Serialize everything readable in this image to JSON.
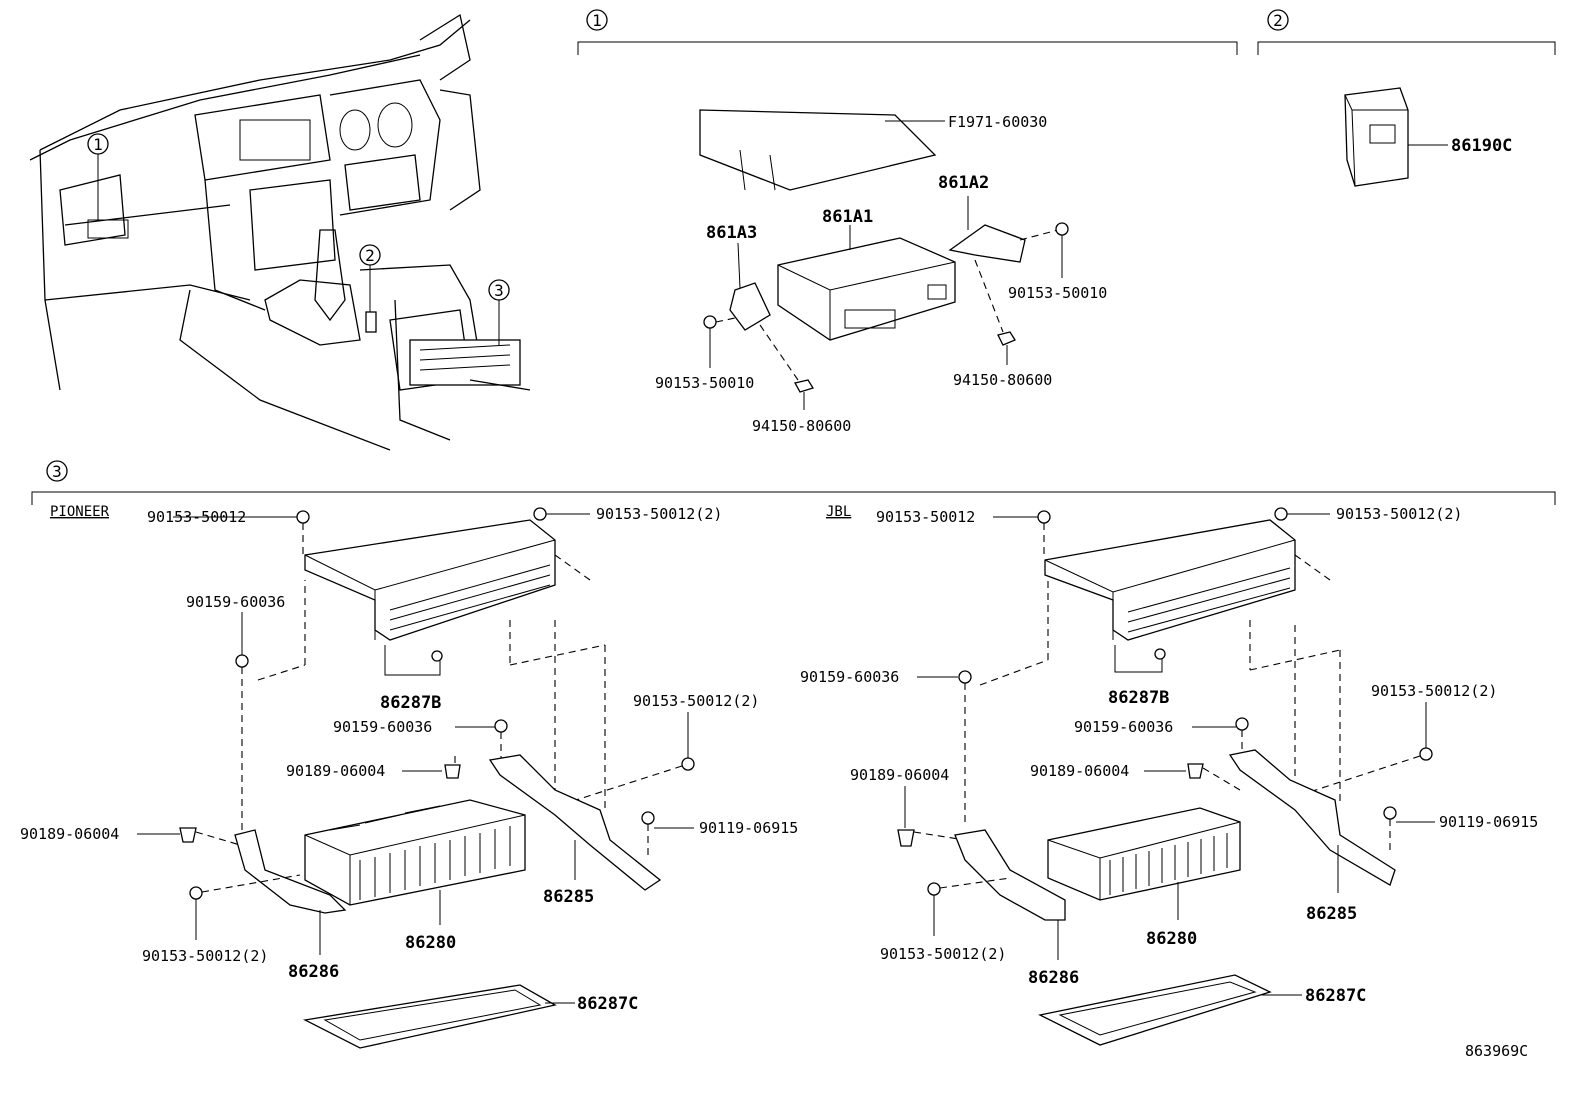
{
  "section_markers": {
    "s1_top": "1",
    "s2_top": "2",
    "s3_bottom": "3",
    "dash_1": "1",
    "dash_2": "2",
    "dash_3": "3"
  },
  "section1": {
    "cover": "F1971-60030",
    "bracket_right": "861A2",
    "bracket_left": "861A3",
    "unit": "861A1",
    "bolt_right": "90153-50010",
    "bolt_left": "90153-50010",
    "nut_right": "94150-80600",
    "nut_left": "94150-80600"
  },
  "section2": {
    "switch": "86190C"
  },
  "pioneer": {
    "title": "PIONEER",
    "bolt_top_left": "90153-50012",
    "bolt_top_right": "90153-50012(2)",
    "bolt_left": "90159-60036",
    "clip": "86287B",
    "bolt_mid": "90159-60036",
    "bolt_right_mid": "90153-50012(2)",
    "clip_mid": "90189-06004",
    "clip_left": "90189-06004",
    "screw_right": "90119-06915",
    "bolt_bottom": "90153-50012(2)",
    "bracket_left": "86286",
    "amplifier": "86280",
    "bracket_right": "86285",
    "tray": "86287C"
  },
  "jbl": {
    "title": "JBL",
    "bolt_top_left": "90153-50012",
    "bolt_top_right": "90153-50012(2)",
    "bolt_left": "90159-60036",
    "clip": "86287B",
    "bolt_mid": "90159-60036",
    "bolt_right_mid": "90153-50012(2)",
    "clip_left": "90189-06004",
    "clip_mid": "90189-06004",
    "screw_right": "90119-06915",
    "bolt_bottom": "90153-50012(2)",
    "bracket_left": "86286",
    "amplifier": "86280",
    "bracket_right": "86285",
    "tray": "86287C"
  },
  "figure_code": "863969C"
}
